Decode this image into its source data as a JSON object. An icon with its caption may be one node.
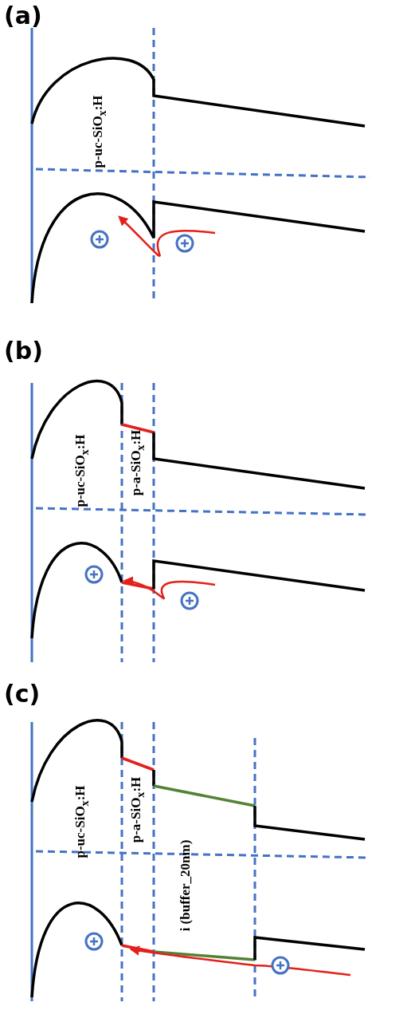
{
  "diagram": {
    "labels": [
      "(a)",
      "p-uc-SiO$_{x}$:H",
      "(b)",
      "p-uc-SiO$_{x}$:H",
      "p-a-SiO$_{x}$:H",
      "(c)",
      "p-uc-SiO$_{x}$:H",
      "p-a-SiO$_{x}$:H",
      "i (buffer_20nm)"
    ]
  }
}
